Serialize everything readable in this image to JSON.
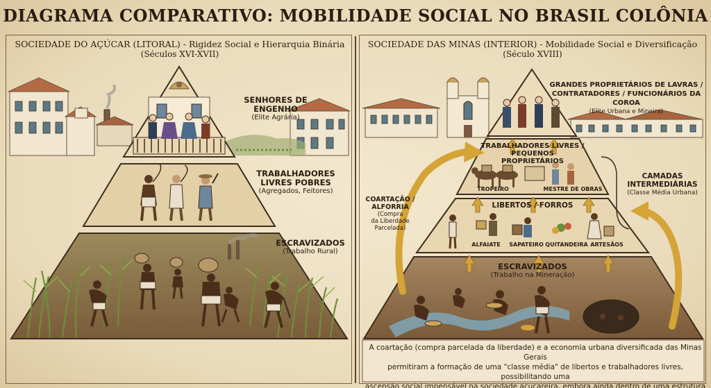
{
  "title": "DIAGRAMA COMPARATIVO: MOBILIDADE SOCIAL NO BRASIL COLÔNIA",
  "left": {
    "heading": "SOCIEDADE DO AÇÚCAR (LITORAL) - Rigidez Social e Hierarquia Binária",
    "period": "(Séculos XVI-XVII)",
    "tiers": [
      {
        "name": "SENHORES DE ENGENHO",
        "desc": "(Elite Agrária)"
      },
      {
        "name": "TRABALHADORES LIVRES POBRES",
        "name_line1": "TRABALHADORES",
        "name_line2": "LIVRES POBRES",
        "desc": "(Agregados, Feitores)"
      },
      {
        "name": "ESCRAVIZADOS",
        "desc": "(Trabalho Rural)"
      }
    ]
  },
  "right": {
    "heading": "SOCIEDADE DAS MINAS (INTERIOR) - Mobilidade Social e Diversificação",
    "period": "(Século XVIII)",
    "tiers": [
      {
        "name_line1": "GRANDES PROPRIETÁRIOS DE LAVRAS /",
        "name_line2": "CONTRATADORES / FUNCIONÁRIOS DA COROA",
        "desc": "(Elite Urbana e Mineira)"
      },
      {
        "name_line1": "TRABALHADORES LIVRES /",
        "name_line2": "PEQUENOS PROPRIETÁRIOS",
        "occupations": [
          "TROPEIRO",
          "MESTRE DE OBRAS"
        ]
      },
      {
        "name": "LIBERTOS / FORROS",
        "occupations": [
          "ALFAIATE",
          "SAPATEIRO",
          "QUITANDEIRA",
          "ARTESÃOS"
        ]
      },
      {
        "name": "ESCRAVIZADOS",
        "desc": "(Trabalho na Mineração)"
      }
    ],
    "side_left": {
      "line1": "COARTAÇÃO /",
      "line2": "ALFORRIA",
      "desc_line1": "(Compra",
      "desc_line2": "da Liberdade",
      "desc_line3": "Parcelada)"
    },
    "side_right": {
      "line1": "CAMADAS",
      "line2": "INTERMEDIÁRIAS",
      "desc": "(Classe Média Urbana)"
    },
    "footer_line1": "A coartação (compra parcelada da liberdade) e a economia urbana diversificada das Minas Gerais",
    "footer_line2": "permitiram a formação de uma \"classe média\" de libertos e trabalhadores livres, possibilitando uma",
    "footer_line3": "ascensão social impensável na sociedade açucareira, embora ainda dentro de uma estrutura escravista."
  },
  "colors": {
    "paper": "#efe3c8",
    "ink": "#2a1d12",
    "tier_top": "#eadbb8",
    "tier_mid": "#e3cfa6",
    "cane": "#6f8f3a",
    "soil": "#8a6a42",
    "arrow": "#d4a437",
    "water": "#7fa7b8"
  }
}
